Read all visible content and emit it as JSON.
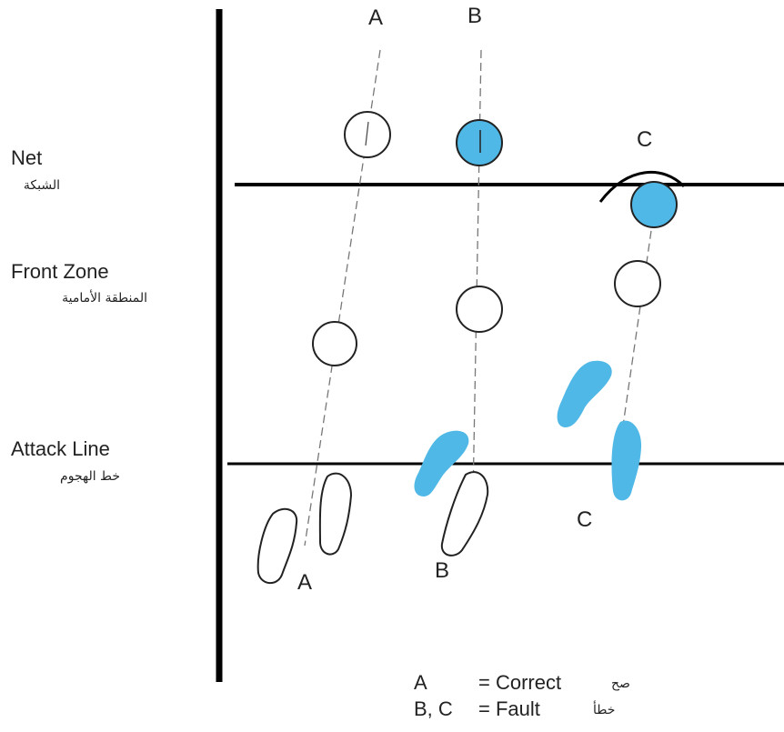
{
  "colors": {
    "line": "#000000",
    "dash": "#777777",
    "ball_in_contact": "#4fb8e6",
    "ball_outline": "#222222",
    "foot_fault": "#4fb8e6",
    "background": "#ffffff"
  },
  "zones": {
    "net": {
      "en": "Net",
      "ar": "الشبكة"
    },
    "front_zone": {
      "en": "Front Zone",
      "ar": "المنطقة الأمامية"
    },
    "attack_line": {
      "en": "Attack Line",
      "ar": "خط الهجوم"
    }
  },
  "players": [
    {
      "top_label": "A",
      "bottom_label": "A",
      "result": "correct"
    },
    {
      "top_label": "B",
      "bottom_label": "B",
      "result": "fault"
    },
    {
      "top_label": "C",
      "bottom_label": "C",
      "result": "fault"
    }
  ],
  "legend": {
    "row1_key": "A",
    "row1_value": "= Correct",
    "row1_ar": "صح",
    "row2_key": "B, C",
    "row2_value": "= Fault",
    "row2_ar": "خطأ"
  }
}
